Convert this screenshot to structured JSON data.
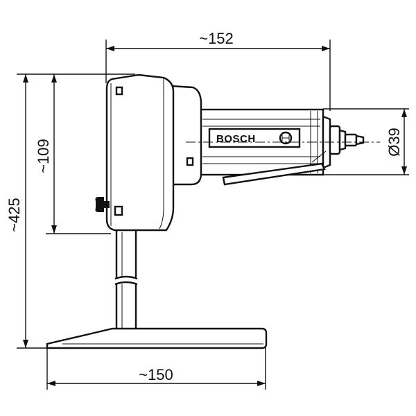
{
  "dimensions": {
    "overall_width": "~152",
    "diameter": "Ø39",
    "overall_height": "~425",
    "head_height": "~109",
    "base_width": "~150"
  },
  "brand": {
    "name": "BOSCH"
  }
}
